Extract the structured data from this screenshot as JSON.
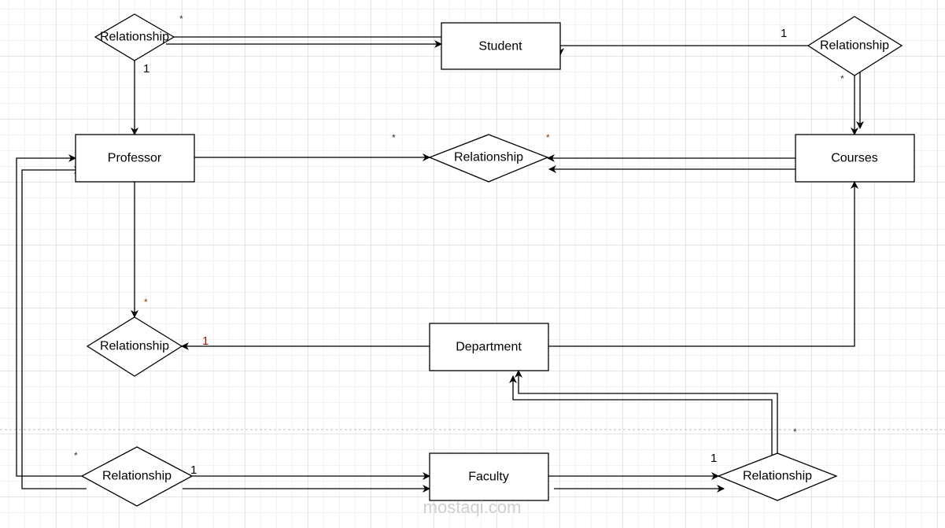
{
  "entities": {
    "student": "Student",
    "professor": "Professor",
    "courses": "Courses",
    "department": "Department",
    "faculty": "Faculty"
  },
  "relationships": {
    "r_professor_student": "Relationship",
    "r_student_courses": "Relationship",
    "r_professor_courses": "Relationship",
    "r_professor_department": "Relationship",
    "r_professor_faculty": "Relationship",
    "r_faculty_department": "Relationship"
  },
  "cardinalities": {
    "c1": "*",
    "c2": "1",
    "c3": "1",
    "c4": "*",
    "c5": "*",
    "c6": "*",
    "c7": "*",
    "c8": "1",
    "c9": "*",
    "c10": "1",
    "c11": "1",
    "c12": "*"
  },
  "watermark": "mostaqi.com"
}
